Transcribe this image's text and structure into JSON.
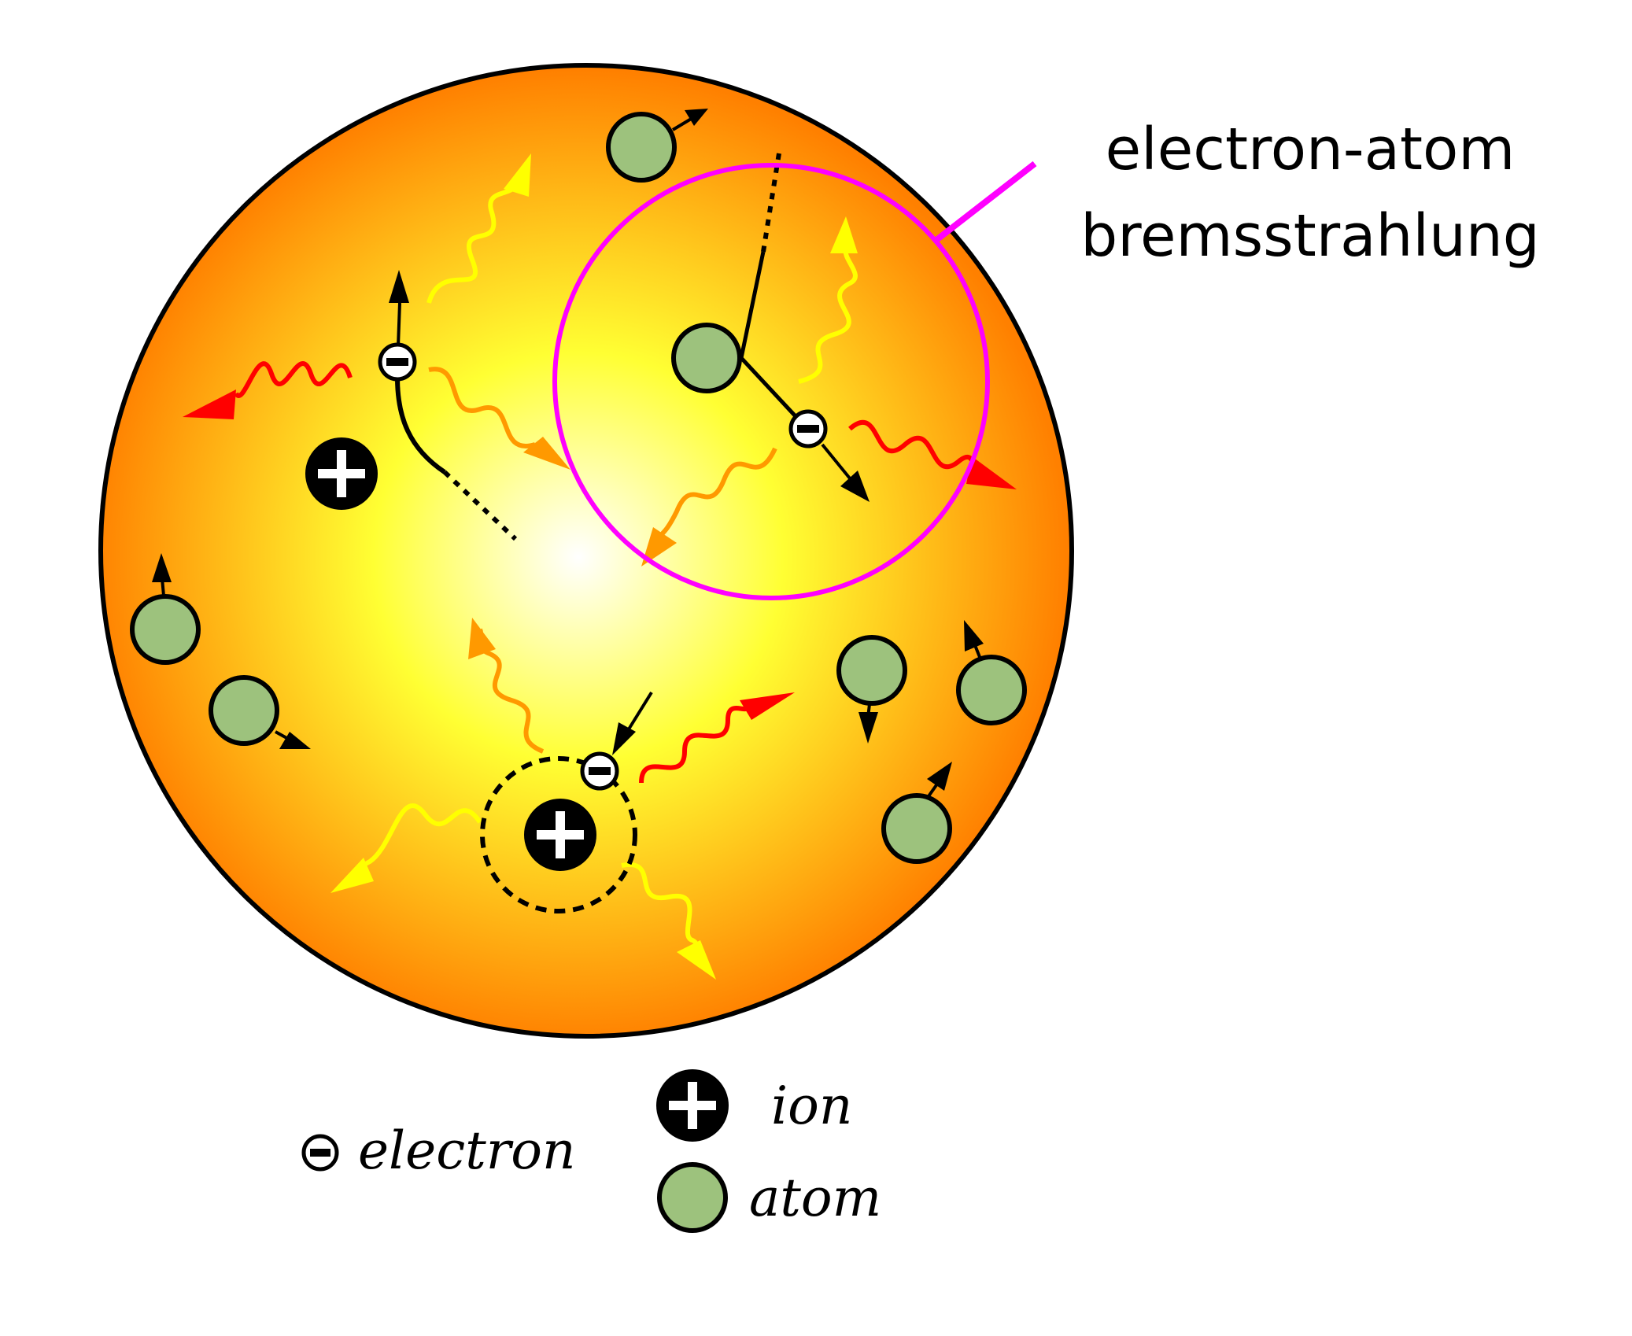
{
  "callout": {
    "line1": "electron-atom",
    "line2": "bremsstrahlung"
  },
  "legend": {
    "electron": "electron",
    "ion": "ion",
    "atom": "atom"
  },
  "colors": {
    "plasma_center": "#ffffff",
    "plasma_mid": "#ffff33",
    "plasma_edge": "#ff8000",
    "atom_fill": "#9dc27d",
    "highlight": "#ff00ff",
    "photon_red": "#ff0000",
    "photon_orange": "#ff9900",
    "photon_yellow": "#ffff00"
  }
}
